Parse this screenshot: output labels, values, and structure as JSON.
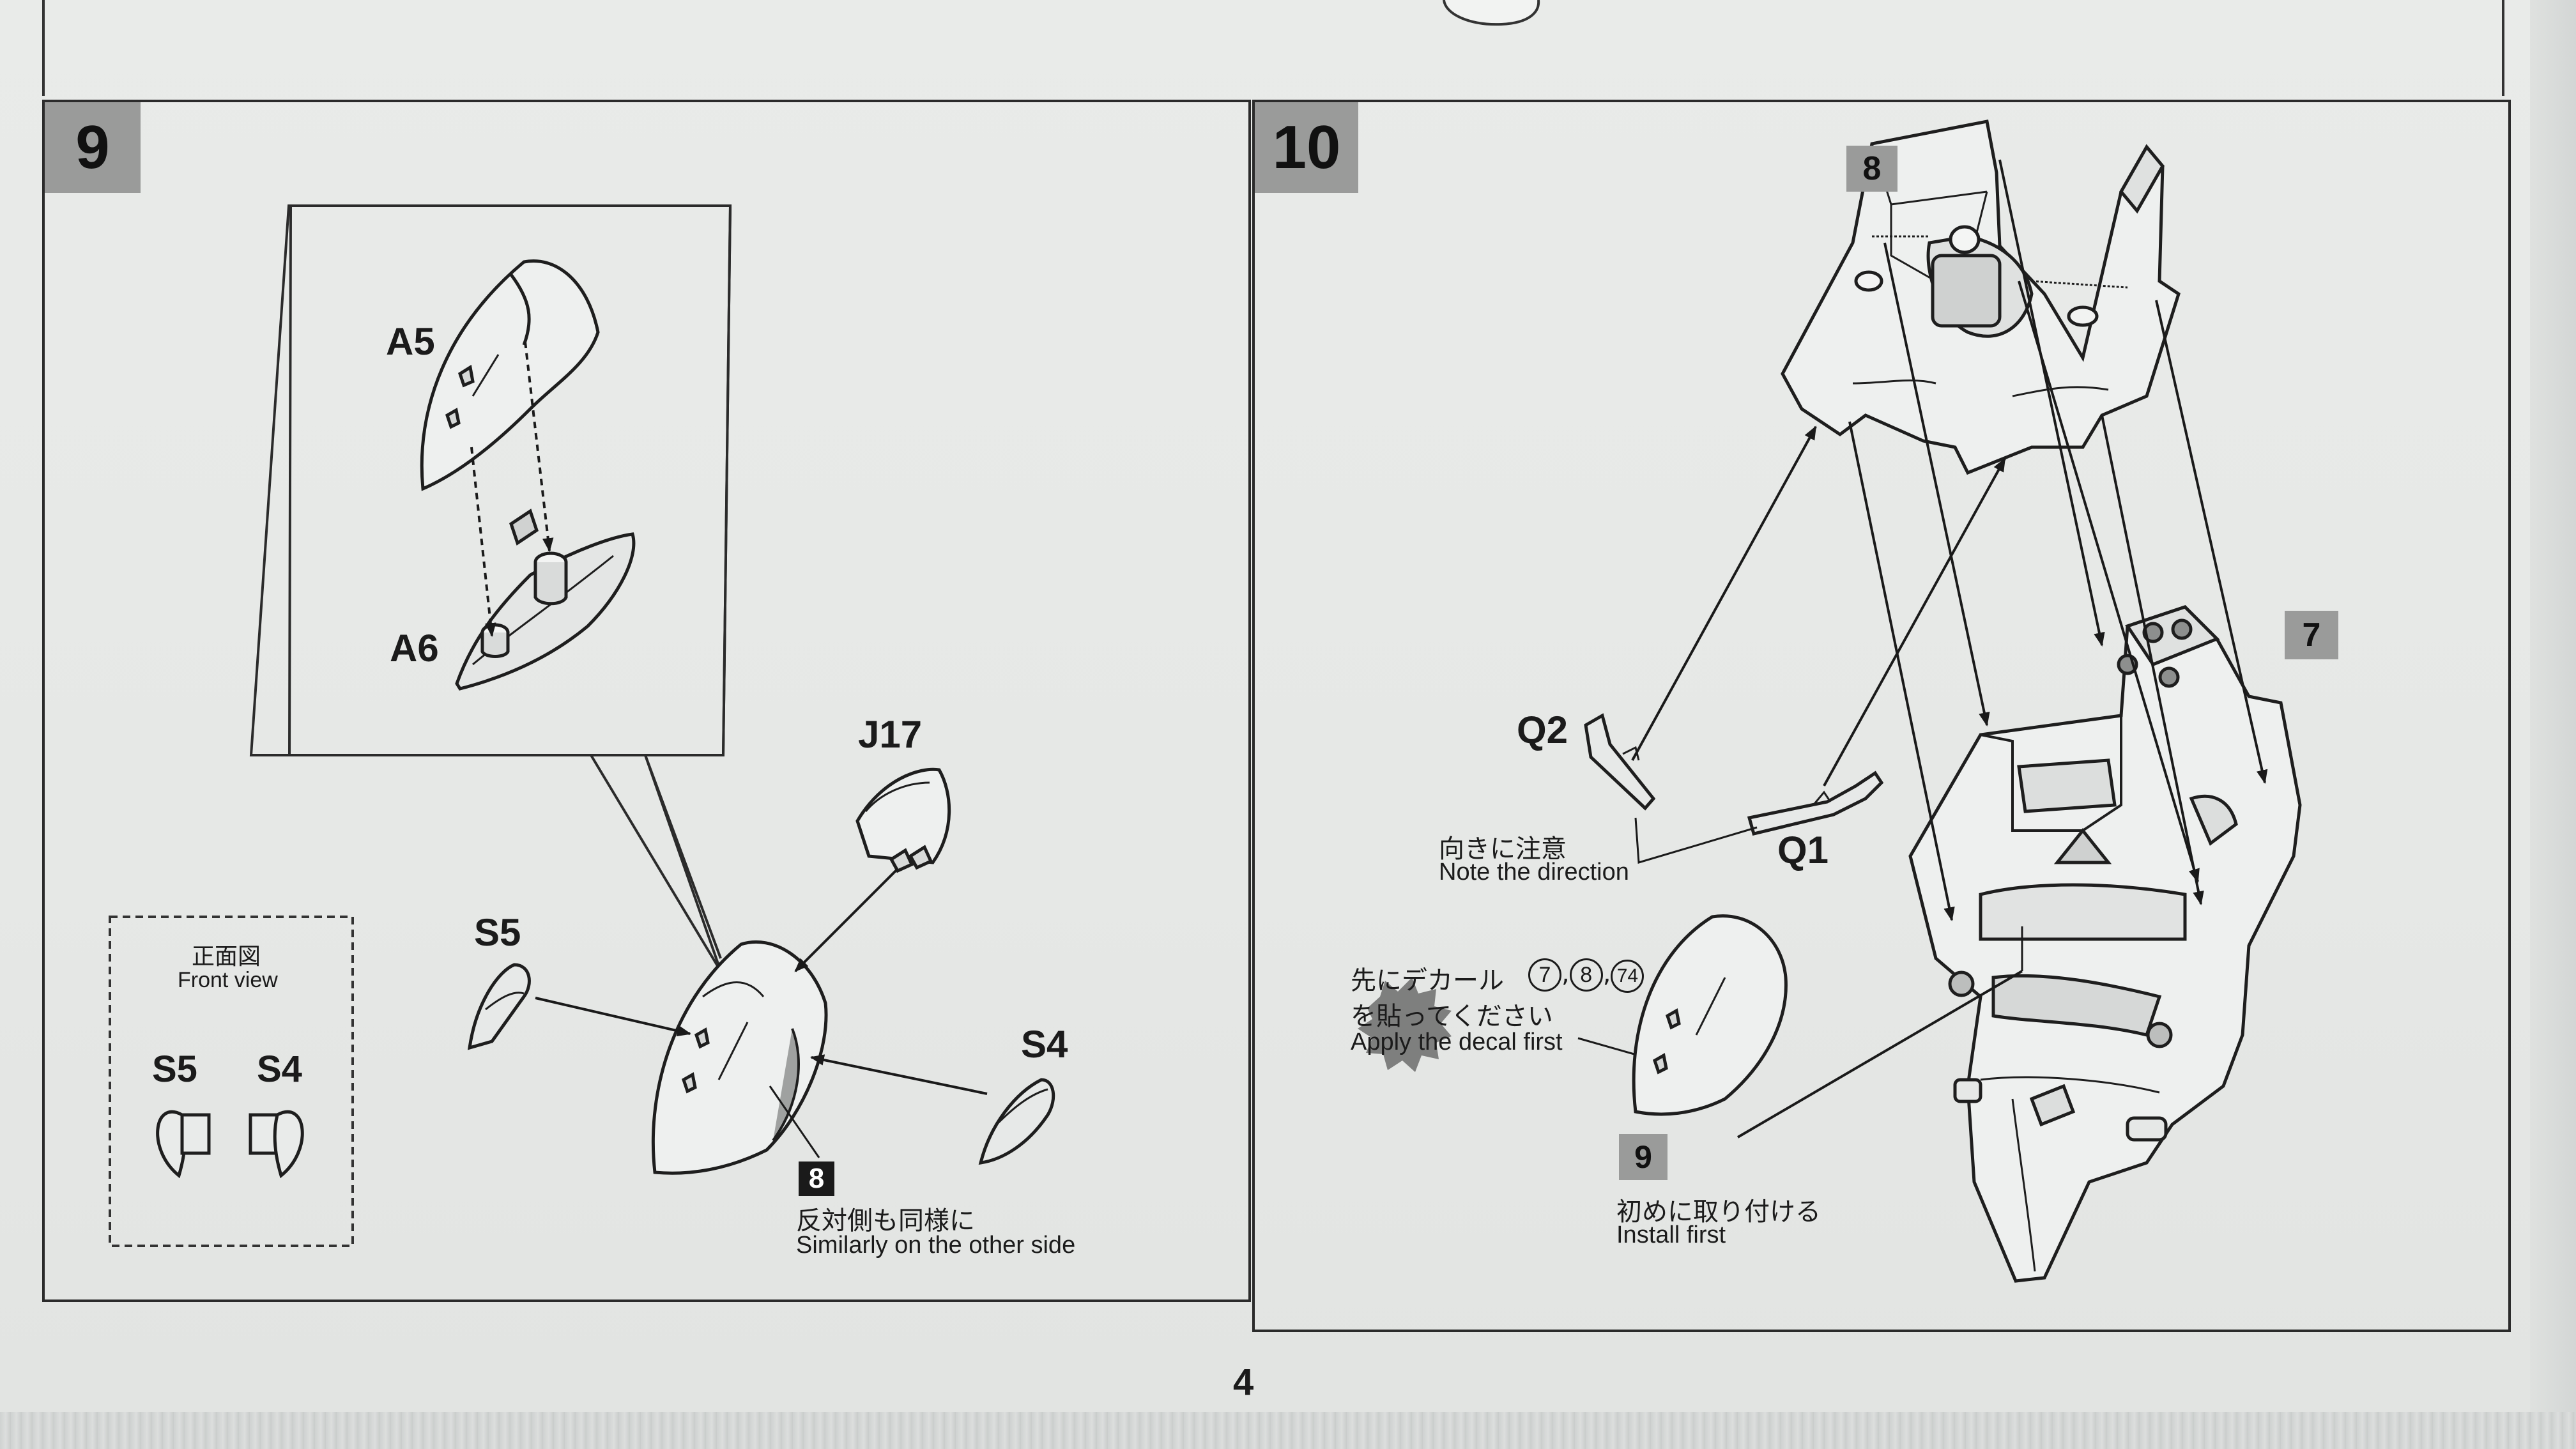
{
  "steps": [
    {
      "number": "9",
      "parts": [
        "A5",
        "A6",
        "J17",
        "S5",
        "S4"
      ],
      "front_view": {
        "jp": "正面図",
        "en": "Front view",
        "parts": [
          "S5",
          "S4"
        ]
      },
      "note": {
        "ref": "8",
        "jp": "反対側も同様に",
        "en": "Similarly on the other side"
      }
    },
    {
      "number": "10",
      "refs": [
        "8",
        "7",
        "9"
      ],
      "parts": [
        "Q2",
        "Q1"
      ],
      "direction_note": {
        "jp": "向きに注意",
        "en": "Note the direction"
      },
      "decal_note": {
        "jp_line1": "先にデカール",
        "decal_numbers": [
          "7",
          "8",
          "74"
        ],
        "jp_line2": "を貼ってください",
        "en": "Apply the decal first"
      },
      "install_note": {
        "ref": "9",
        "jp": "初めに取り付ける",
        "en": "Install first"
      }
    }
  ],
  "page_number": "4"
}
